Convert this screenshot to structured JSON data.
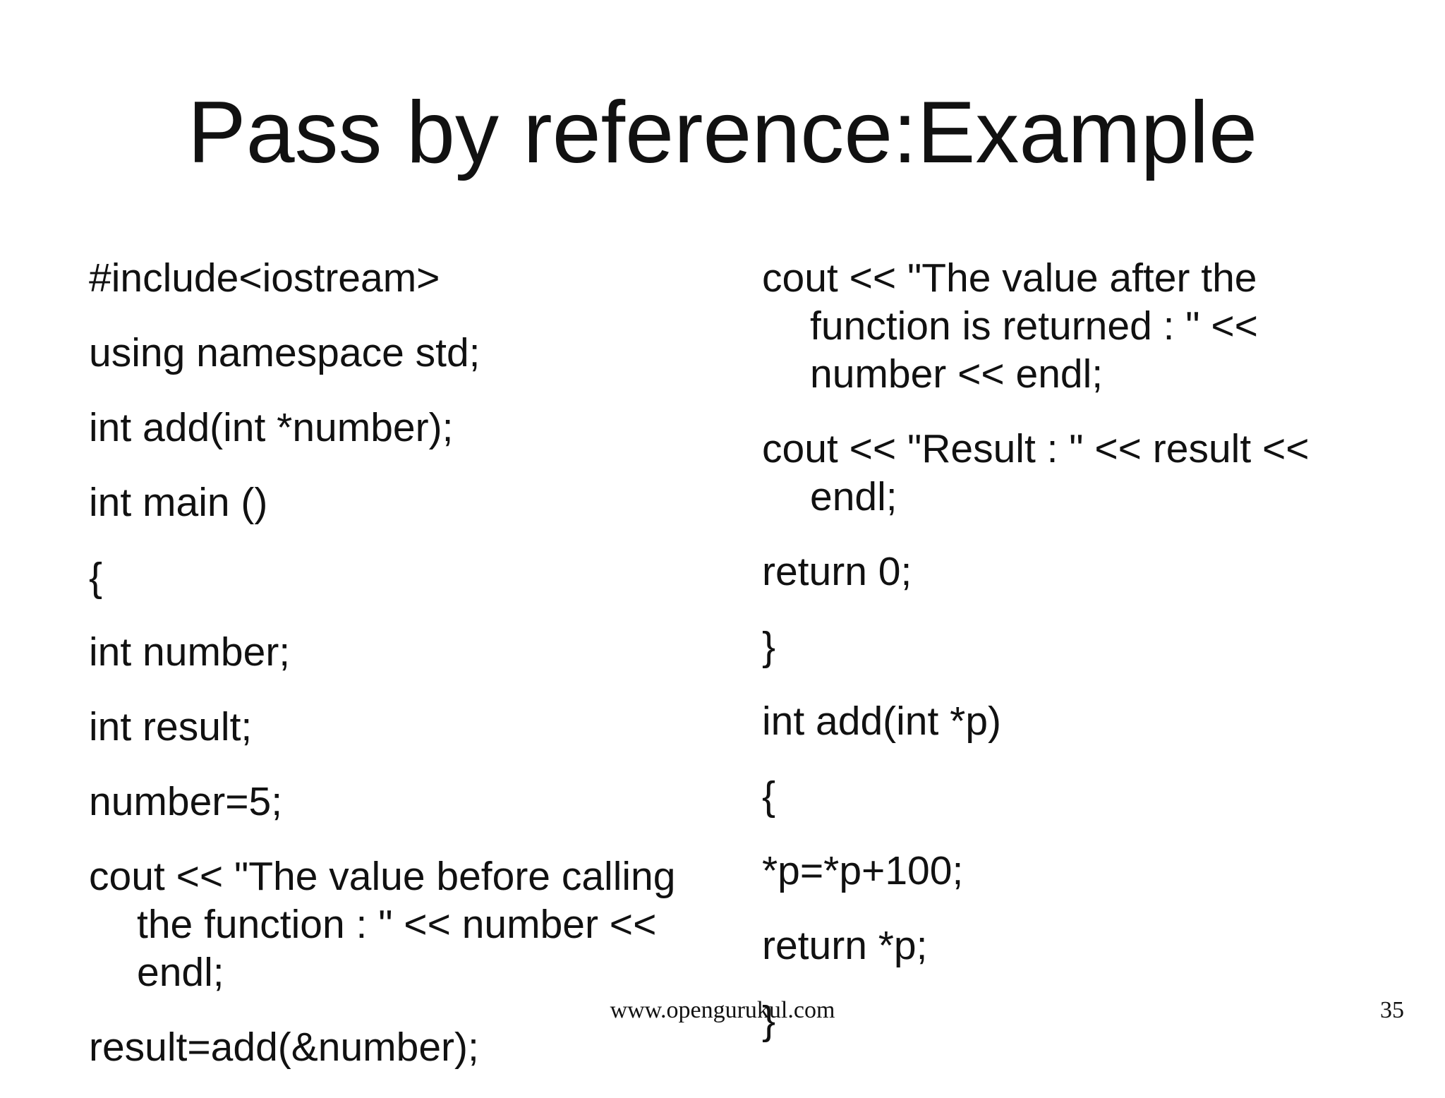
{
  "slide": {
    "title": "Pass by reference:Example",
    "left_lines": [
      "#include<iostream>",
      "using namespace std;",
      "int add(int *number);",
      "int main ()",
      "{",
      "int number;",
      "int result;",
      "number=5;",
      "cout << \"The value before calling the function : \" << number << endl;",
      "result=add(&number);"
    ],
    "right_lines": [
      "cout << \"The value after the function is returned : \" << number << endl;",
      "cout << \"Result : \" << result << endl;",
      "return 0;",
      "}",
      "int add(int *p)",
      "{",
      "*p=*p+100;",
      "return *p;",
      "}"
    ],
    "footer_url": "www.opengurukul.com",
    "slide_number": "35"
  }
}
